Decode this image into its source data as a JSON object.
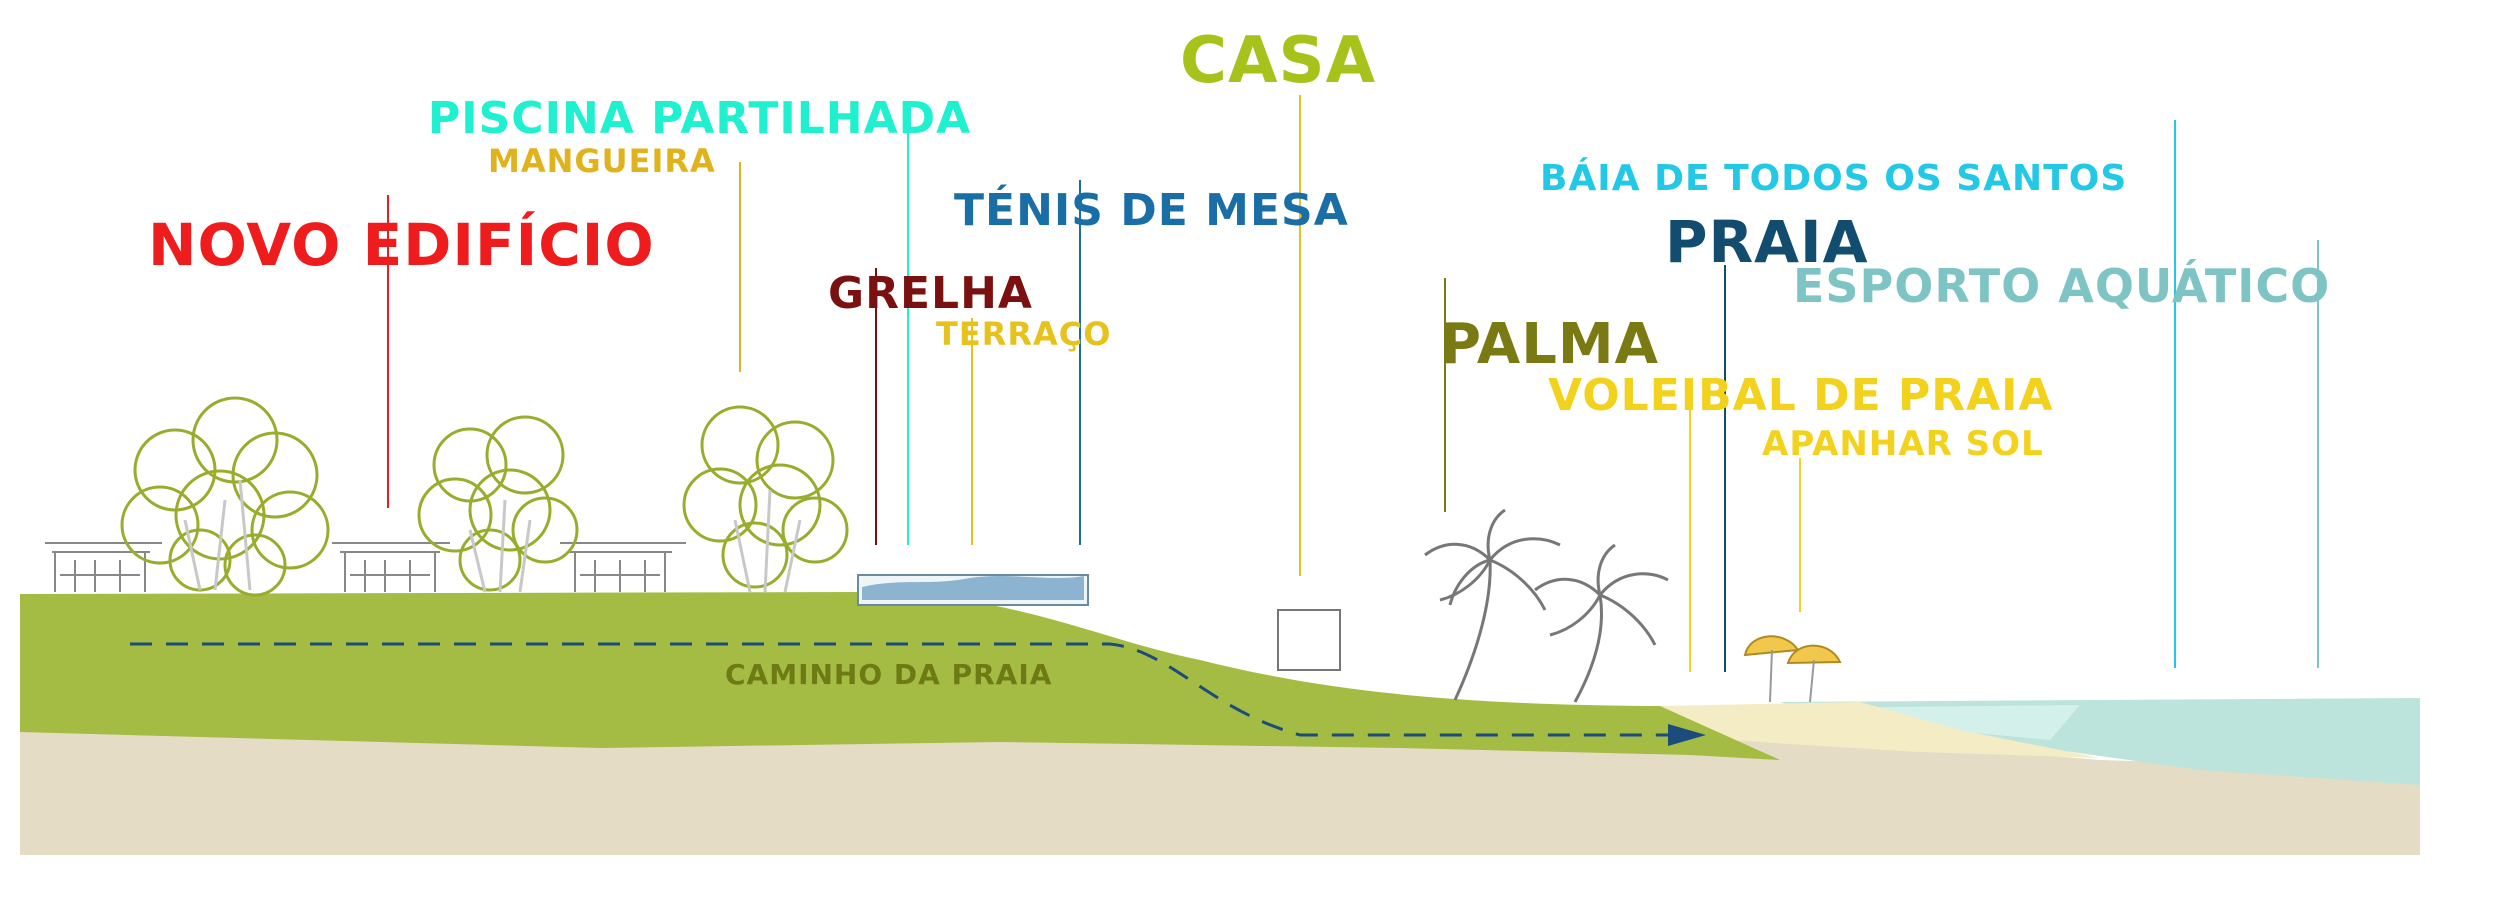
{
  "labels": {
    "casa": "CASA",
    "piscina_partilhada": "PISCINA PARTILHADA",
    "mangueira": "MANGUEIRA",
    "novo_edificio": "NOVO EDIFÍCIO",
    "grelha": "GRELHA",
    "terraco": "TERRAÇO",
    "tenis_de_mesa": "TÉNIS DE MESA",
    "baia": "BÁIA DE TODOS OS SANTOS",
    "praia": "PRAIA",
    "esporto_aquatico": "ESPORTO AQUÁTICO",
    "palma": "PALMA",
    "voleibal": "VOLEIBAL DE PRAIA",
    "apanhar_sol": "APANHAR SOL",
    "caminho": "CAMINHO DA PRAIA"
  },
  "colors": {
    "casa": "#a8c21c",
    "piscina_partilhada": "#1ff0d0",
    "mangueira": "#e0b21c",
    "novo_edificio": "#ee1c1c",
    "grelha": "#7a1010",
    "terraco": "#e8c21c",
    "tenis_de_mesa": "#1a6ea6",
    "baia": "#22c8e6",
    "praia": "#124c6e",
    "esporto_aquatico": "#7ec4c4",
    "palma": "#7a7a14",
    "voleibal": "#f2d21c",
    "apanhar_sol": "#f2d21c",
    "caminho": "#6e7a14",
    "grass": "#a4bc44",
    "soil": "#e4dcc4",
    "sand": "#f4ecc4",
    "sea": "#bce4dc",
    "pool": "#8cb4d0",
    "tree": "#9aac2c",
    "path_arrow": "#1c4c7c"
  },
  "icons": {
    "tree": "tree-icon",
    "palm": "palm-tree-icon",
    "umbrella": "beach-umbrella-icon",
    "building": "building-icon",
    "pool": "pool-icon",
    "house": "house-icon"
  }
}
